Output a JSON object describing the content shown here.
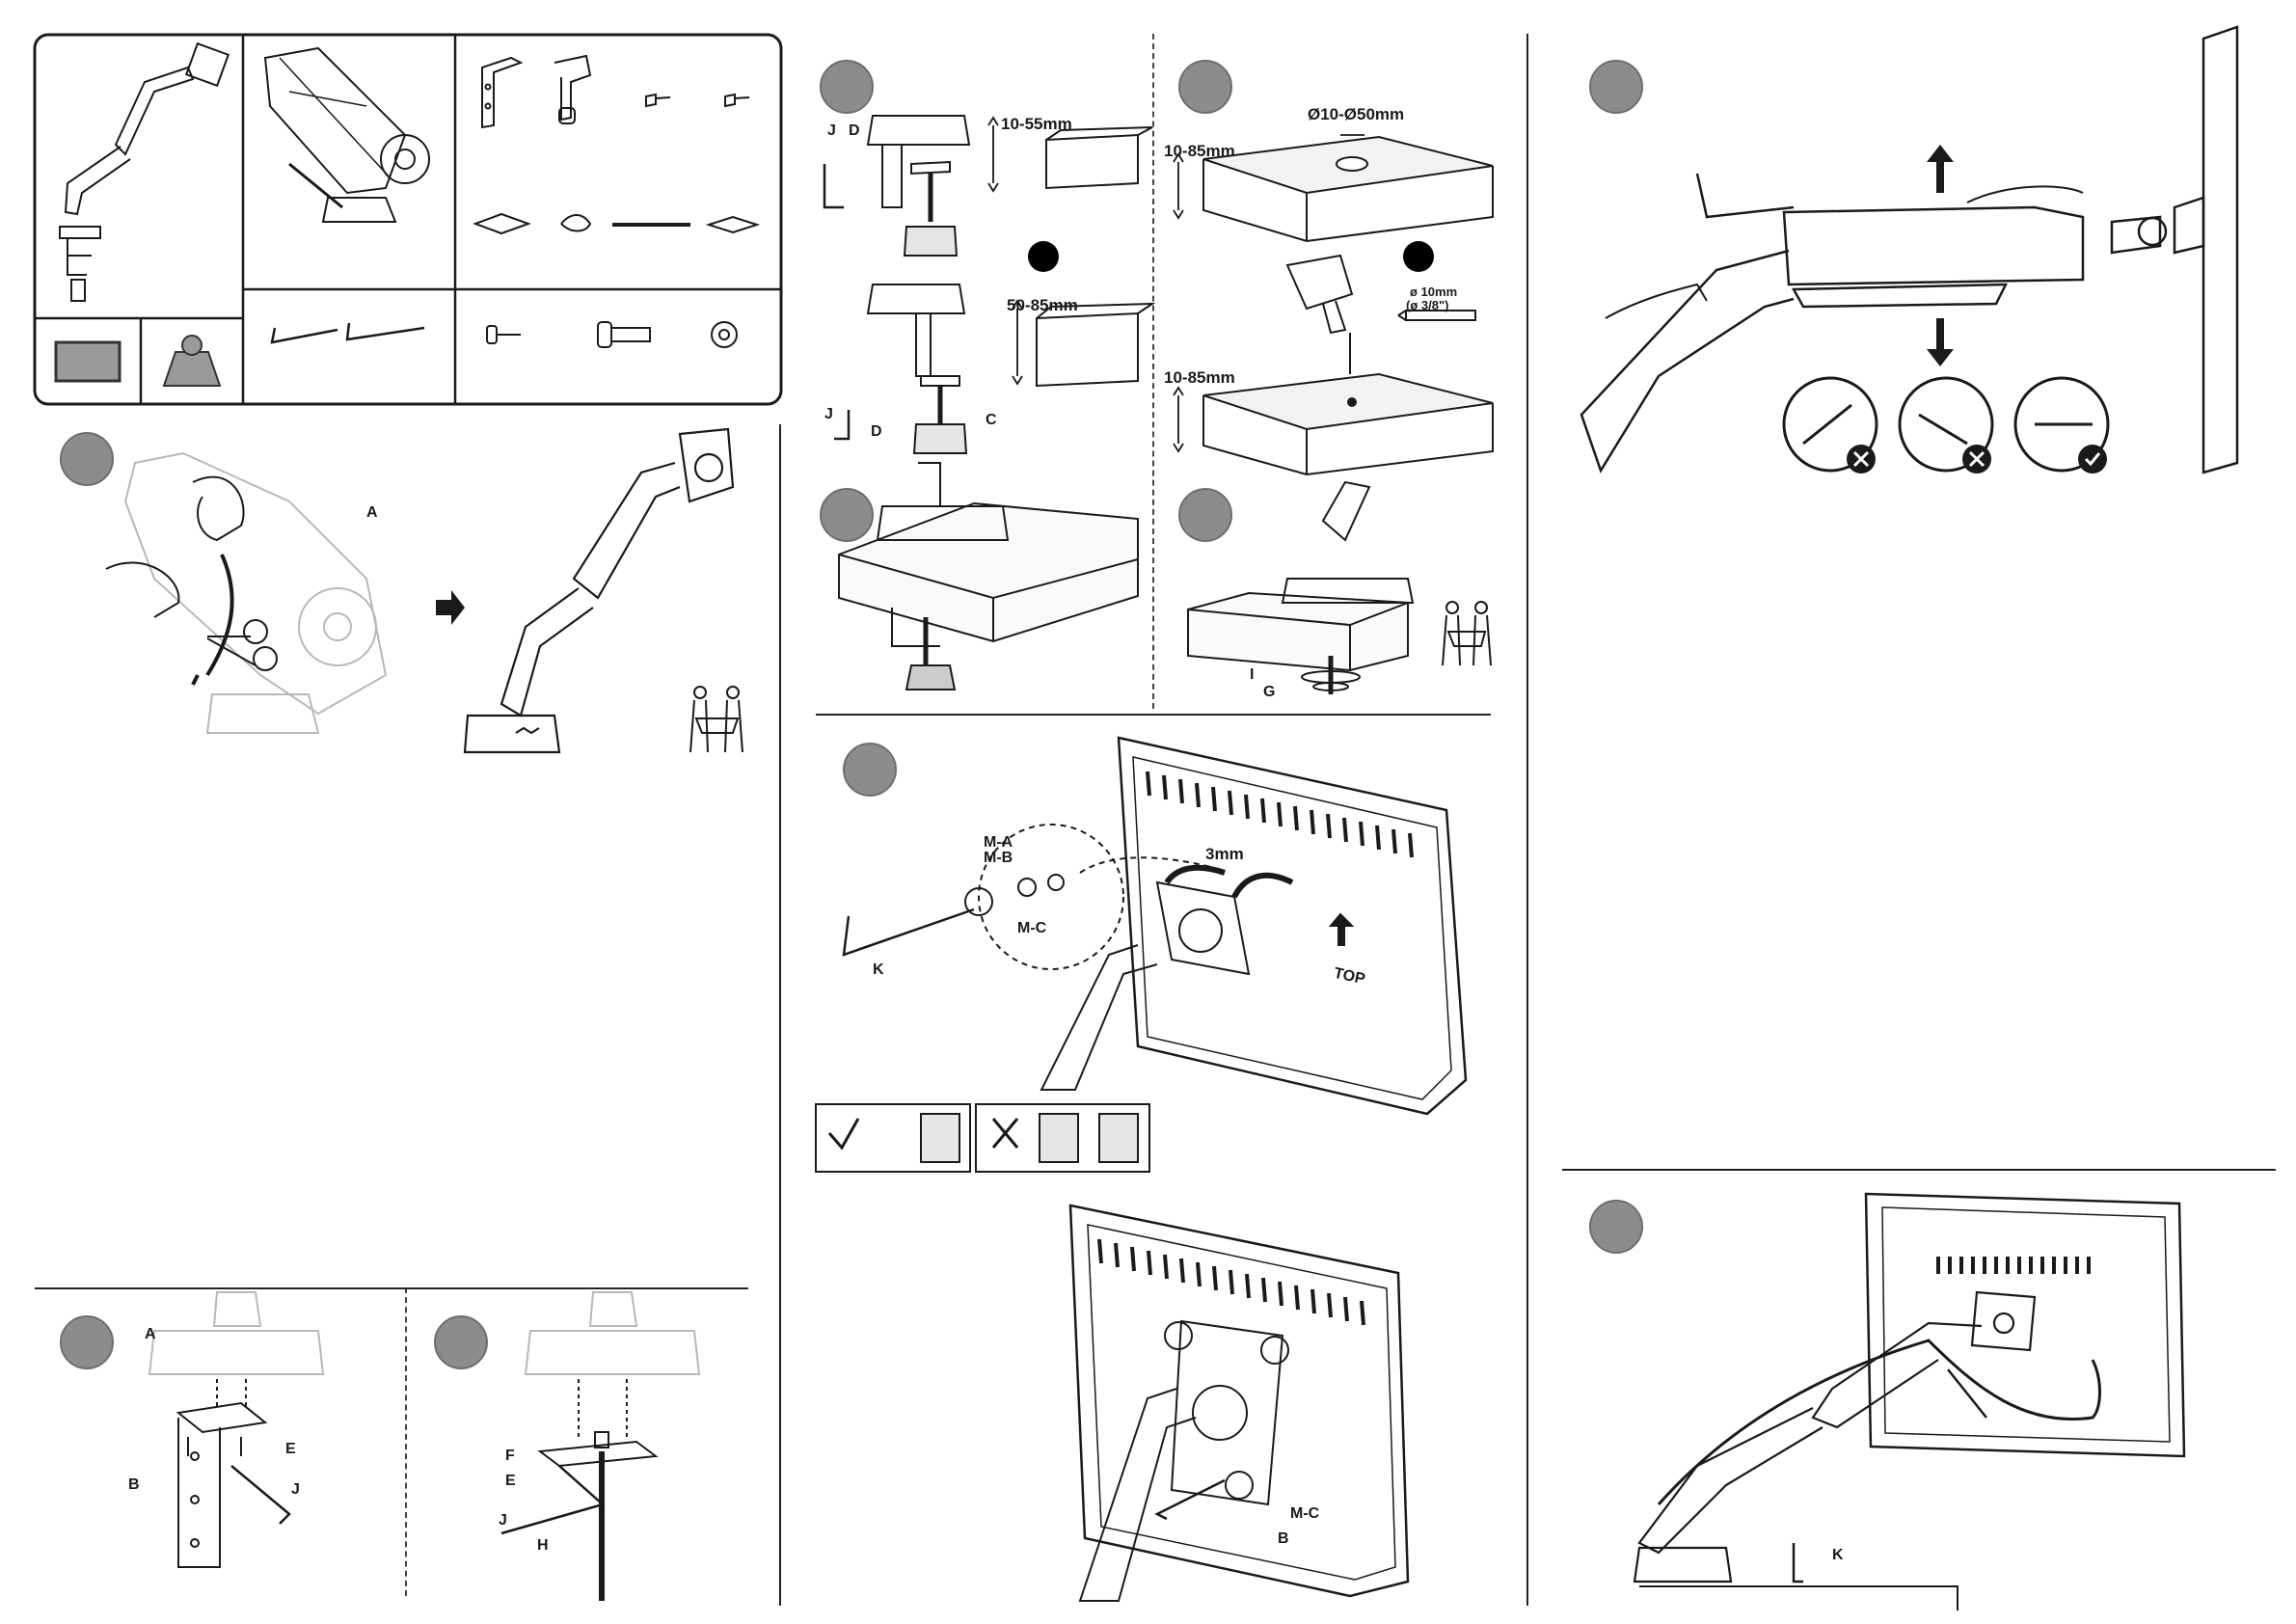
{
  "parts": {
    "letters": {
      "a": "A",
      "b": "B",
      "c": "C",
      "d": "D",
      "e": "E",
      "f": "F",
      "g": "G",
      "h": "H",
      "i": "I",
      "j": "J",
      "k": "K",
      "ma": "M-A",
      "mb": "M-B",
      "mc": "M-C"
    }
  },
  "dimensions": {
    "clamp_thickness_a": "10-55mm",
    "clamp_thickness_b": "50-85mm",
    "grommet_hole": "Ø10-Ø50mm",
    "desk_thickness_1": "10-85mm",
    "desk_thickness_2": "10-85mm",
    "drill_bit_mm": "ø 10mm",
    "drill_bit_inch": "(ø 3/8\")",
    "screw_gap": "3mm"
  },
  "monitor": {
    "top_label": "TOP"
  },
  "symbols": {
    "ok": "check-icon",
    "wrong": "cross-icon"
  },
  "colors": {
    "step_circle": "#8c8c8c",
    "line": "#1a1a1a",
    "panel_fill": "#f4f4f4"
  }
}
